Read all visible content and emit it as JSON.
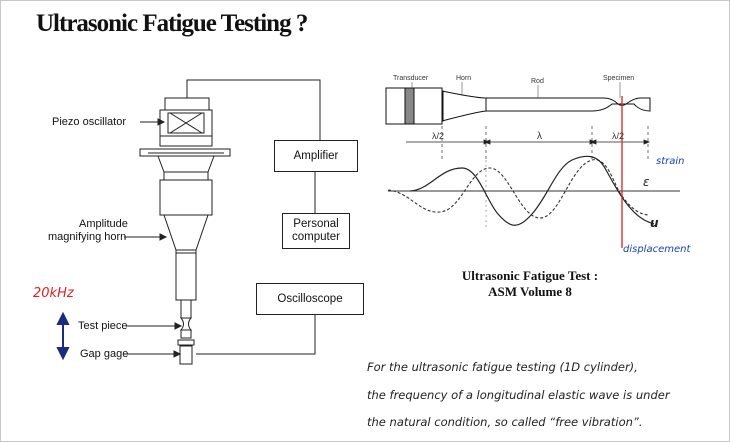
{
  "title": "Ultrasonic Fatigue Testing ?",
  "apparatus": {
    "piezo_label": "Piezo oscillator",
    "horn_label_line1": "Amplitude",
    "horn_label_line2": "magnifying horn",
    "test_piece_label": "Test piece",
    "gap_gage_label": "Gap gage",
    "amplifier_label": "Amplifier",
    "computer_label_line1": "Personal",
    "computer_label_line2": "computer",
    "oscilloscope_label": "Oscilloscope",
    "frequency_label": "20kHz"
  },
  "wave_diagram": {
    "transducer_label": "Transducer",
    "horn_label": "Horn",
    "rod_label": "Rod",
    "specimen_label": "Specimen",
    "half_lambda_left": "λ/2",
    "lambda_label": "λ",
    "half_lambda_right": "λ/2",
    "strain_label": "strain",
    "epsilon_label": "ε",
    "u_label": "u",
    "displacement_label": "displacement",
    "caption_line1": "Ultrasonic Fatigue Test :",
    "caption_line2": "ASM Volume 8"
  },
  "note": {
    "line1": "For the ultrasonic fatigue testing (1D cylinder),",
    "line2": "the frequency of a longitudinal elastic wave is under",
    "line3": "the natural condition, so called “free vibration”."
  },
  "colors": {
    "red": "#e02020",
    "blue": "#1a3fb8",
    "navy": "#1c2a80"
  }
}
